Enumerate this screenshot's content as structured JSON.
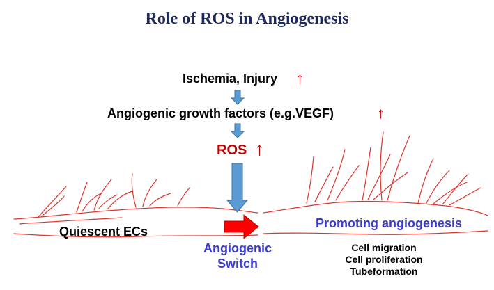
{
  "title": "Role of ROS in Angiogenesis",
  "steps": [
    {
      "label": "Ischemia, Injury"
    },
    {
      "label": "Angiogenic growth factors (e.g.VEGF)"
    },
    {
      "label": "ROS"
    }
  ],
  "increase_glyph": "↑",
  "left_label": "Quiescent ECs",
  "switch_label_line1": "Angiogenic",
  "switch_label_line2": "Switch",
  "right_label": "Promoting angiogenesis",
  "outcomes": [
    "Cell migration",
    "Cell proliferation",
    "Tubeformation"
  ],
  "colors": {
    "title": "#1f2a5c",
    "vessel": "#e0332b",
    "ros": "#c00000",
    "up_arrow": "#c00000",
    "flow_arrow": "#5b9bd5",
    "switch_arrow": "#ff0000",
    "switch_text": "#3b3bcf",
    "promoting_text": "#3b3bcf"
  },
  "icons": {
    "flow_arrow": "down-arrow-icon",
    "switch_arrow": "right-arrow-icon",
    "increase": "up-arrow-icon"
  }
}
